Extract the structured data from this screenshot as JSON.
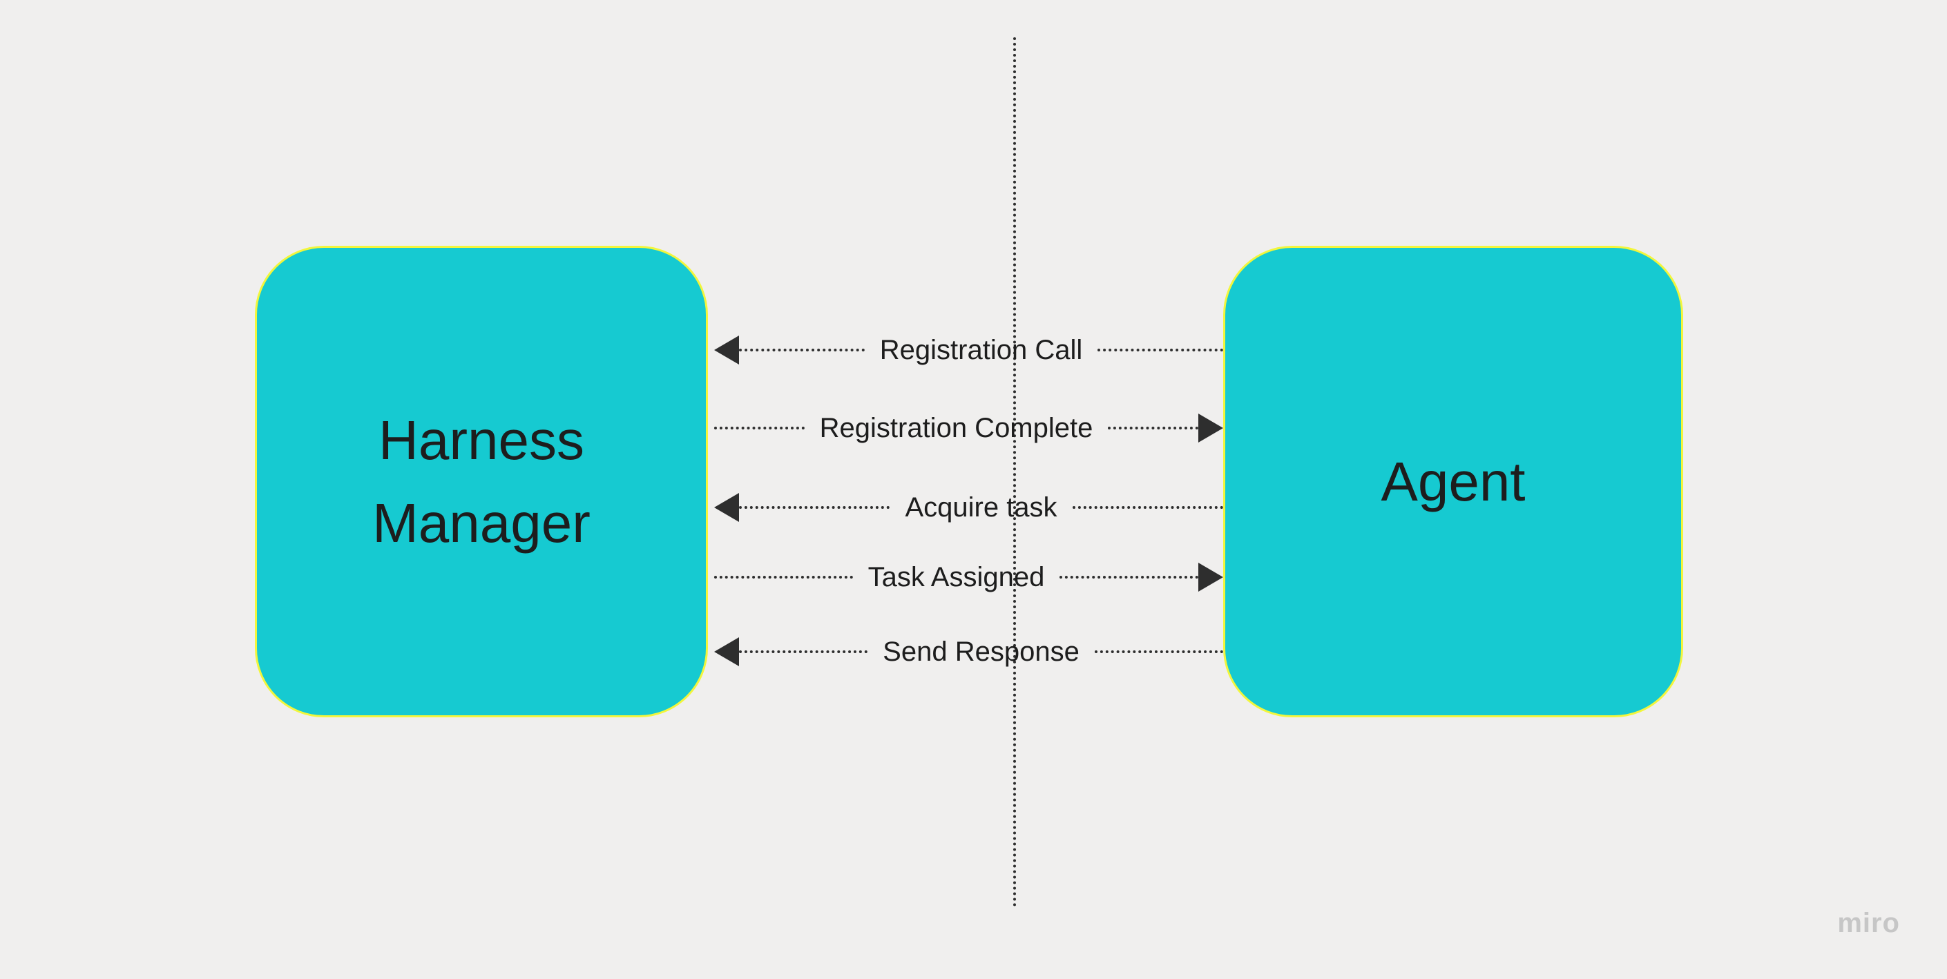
{
  "canvas": {
    "type": "sequence-diagram"
  },
  "nodes": {
    "left": {
      "label": "Harness Manager"
    },
    "right": {
      "label": "Agent"
    }
  },
  "messages": [
    {
      "label": "Registration Call",
      "direction": "left"
    },
    {
      "label": "Registration Complete",
      "direction": "right"
    },
    {
      "label": "Acquire task",
      "direction": "left"
    },
    {
      "label": "Task Assigned",
      "direction": "right"
    },
    {
      "label": "Send Response",
      "direction": "left"
    }
  ],
  "watermark": "miro",
  "colors": {
    "background": "#f0efee",
    "node_fill": "#16cad1",
    "node_border": "#f2f63c",
    "line": "#2e2e2e",
    "text": "#1d1d1d",
    "watermark": "#c6c6c6"
  }
}
